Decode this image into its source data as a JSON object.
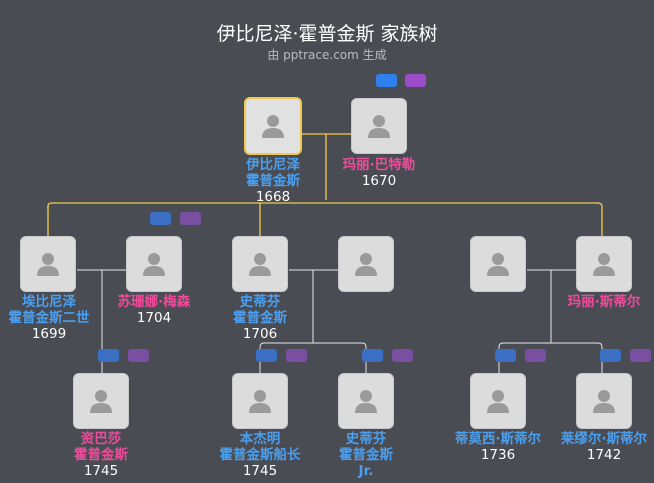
{
  "header": {
    "title": "伊比尼泽·霍普金斯 家族树",
    "subtitle": "由 pptrace.com 生成"
  },
  "colors": {
    "background": "#494c53",
    "male": "#4a9ff0",
    "female": "#ee4c9b",
    "link_gold": "#f2c94c",
    "link_white": "#e6e6e6"
  },
  "people": {
    "ebenezer": {
      "lines": [
        "伊比尼泽",
        "霍普金斯"
      ],
      "year": "1668",
      "gender": "male"
    },
    "mary_butler": {
      "lines": [
        "玛丽·巴特勒"
      ],
      "year": "1670",
      "gender": "female"
    },
    "ebenezer2": {
      "lines": [
        "埃比尼泽",
        "霍普金斯二世"
      ],
      "year": "1699",
      "gender": "male"
    },
    "susanna": {
      "lines": [
        "苏珊娜·梅森"
      ],
      "year": "1704",
      "gender": "female"
    },
    "stephen": {
      "lines": [
        "史蒂芬",
        "霍普金斯"
      ],
      "year": "1706",
      "gender": "male"
    },
    "mary_stevens": {
      "lines": [
        "玛丽·斯蒂尔"
      ],
      "year": "",
      "gender": "female"
    },
    "zipporah": {
      "lines": [
        "资巴莎",
        "霍普金斯"
      ],
      "year": "1745",
      "gender": "female"
    },
    "benjamin": {
      "lines": [
        "本杰明",
        "霍普金斯船长"
      ],
      "year": "1745",
      "gender": "male"
    },
    "stephen_jr": {
      "lines": [
        "史蒂芬",
        "霍普金斯",
        "Jr."
      ],
      "year": "",
      "gender": "male"
    },
    "timothy": {
      "lines": [
        "蒂莫西·斯蒂尔"
      ],
      "year": "1736",
      "gender": "male"
    },
    "samuel": {
      "lines": [
        "莱缪尔·斯蒂尔"
      ],
      "year": "1742",
      "gender": "male"
    }
  }
}
